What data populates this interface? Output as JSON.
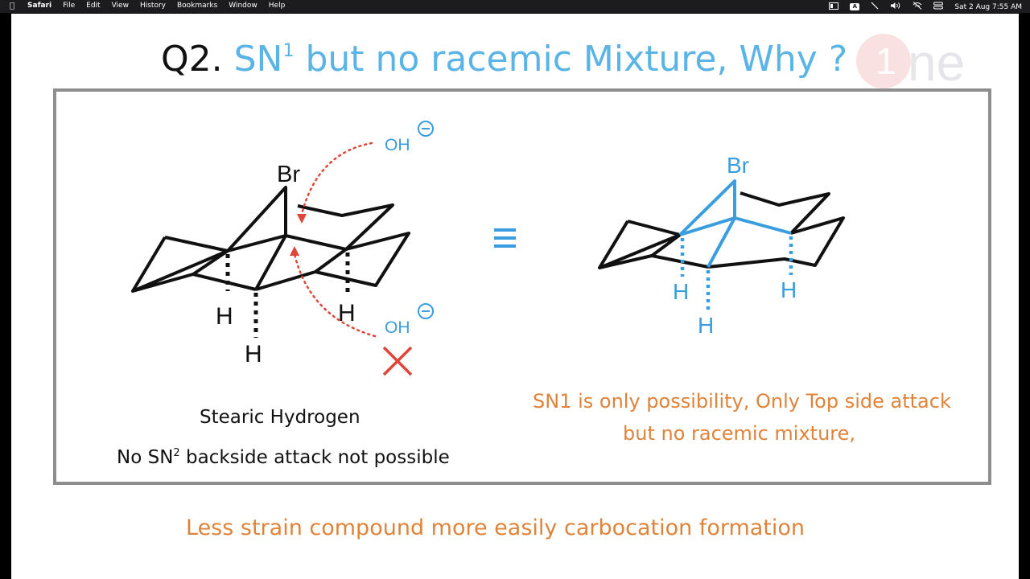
{
  "menubar": {
    "app_name": "Safari",
    "menus": [
      "File",
      "Edit",
      "View",
      "History",
      "Bookmarks",
      "Window",
      "Help"
    ],
    "input_badge": "A",
    "datetime": "Sat 2 Aug  7:55 AM"
  },
  "slide": {
    "title_prefix": "Q2.",
    "title_sn": "SN",
    "title_sup": "1",
    "title_rest": " but no racemic Mixture, Why ?",
    "logo_text_1": "1",
    "logo_text_2": "ne",
    "left_molecule": {
      "br": "Br",
      "oh_top": "OH",
      "oh_bottom": "OH",
      "h_left": "H",
      "h_mid": "H",
      "h_right": "H",
      "negative_charge": "⊖"
    },
    "equiv_symbol": "≡",
    "right_molecule": {
      "br": "Br",
      "h_left": "H",
      "h_mid": "H",
      "h_right": "H"
    },
    "caption_1": "Stearic Hydrogen",
    "caption_2_prefix": "No SN",
    "caption_2_sup": "2",
    "caption_2_suffix": " backside attack not possible",
    "orange_line_1": "SN1 is only possibility, Only Top side attack",
    "orange_line_2": "but no racemic mixture,",
    "bottom_line": "Less strain compound more easily carbocation formation",
    "colors": {
      "blue": "#5ab4e6",
      "orange": "#e0833a",
      "red": "#e0453a",
      "frame": "#8e8e8e"
    }
  }
}
